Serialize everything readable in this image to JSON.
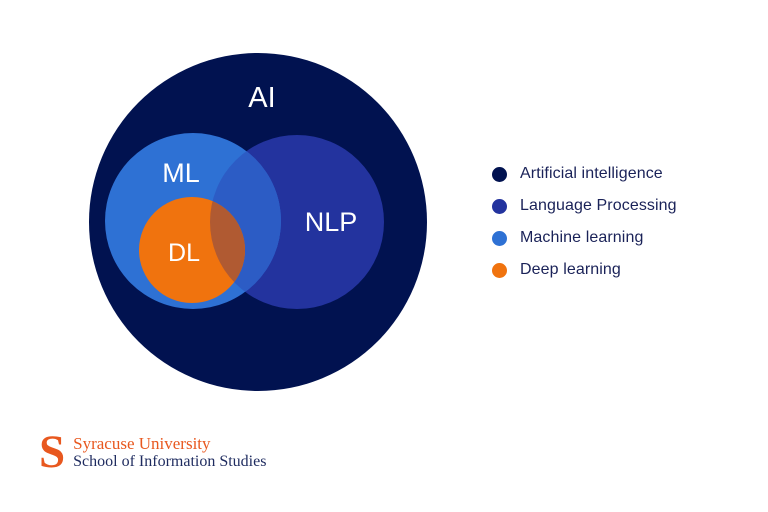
{
  "slide": {
    "background_color": "#FFFFFF",
    "label_text_color": "#FFFFFF"
  },
  "venn": {
    "description": "Nested Venn diagram: AI contains ML and NLP; DL inside ML; NLP overlaps ML and DL",
    "sets": [
      {
        "id": "ai",
        "label": "AI",
        "color": "#011250",
        "contains": [
          "ml",
          "nlp",
          "dl"
        ]
      },
      {
        "id": "nlp",
        "label": "NLP",
        "color": "#23339E",
        "inside": "ai",
        "overlaps": [
          "ml",
          "dl"
        ]
      },
      {
        "id": "ml",
        "label": "ML",
        "color": "#2E71D4",
        "inside": "ai",
        "overlaps": [
          "nlp"
        ]
      },
      {
        "id": "dl",
        "label": "DL",
        "color": "#F0730E",
        "inside": "ml",
        "overlaps": [
          "nlp"
        ]
      }
    ],
    "overlap_colors": {
      "ml_nlp": "#2C5CC5",
      "dl_nlp": "#B05A32"
    }
  },
  "legend": {
    "items": [
      {
        "label": "Artificial intelligence",
        "color": "#011250"
      },
      {
        "label": "Language Processing",
        "color": "#23339E"
      },
      {
        "label": "Machine learning",
        "color": "#2E71D4"
      },
      {
        "label": "Deep learning",
        "color": "#F0730E"
      }
    ],
    "text_color": "#1A2258"
  },
  "footer": {
    "logo_letter": "S",
    "org_name": "Syracuse University",
    "org_unit": "School of Information Studies",
    "brand_orange": "#E8581F",
    "brand_navy": "#1E2B5F"
  }
}
